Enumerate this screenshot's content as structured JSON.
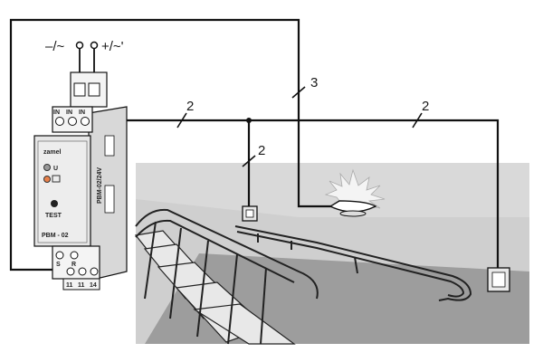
{
  "supply": {
    "minus_label": "–/~",
    "plus_label": "+/~'"
  },
  "relay": {
    "brand": "zamel",
    "model": "PBM - 02",
    "side_text": "PBM-02/24V",
    "led_u": "U",
    "test_label": "TEST",
    "top_terminals": [
      "IN",
      "IN",
      "IN"
    ],
    "bottom_terminals_top": [
      "S",
      "R"
    ],
    "bottom_terminals": [
      "11",
      "11",
      "14"
    ]
  },
  "wire_labels": {
    "in_wire": "2",
    "switch1_wire": "2",
    "switch2_wire": "2",
    "lamp_wire": "3"
  },
  "colors": {
    "wall": "#c8c8c8",
    "floor": "#9a9a9a",
    "line": "#111111",
    "lamp_glow": "#f2f2f2"
  }
}
